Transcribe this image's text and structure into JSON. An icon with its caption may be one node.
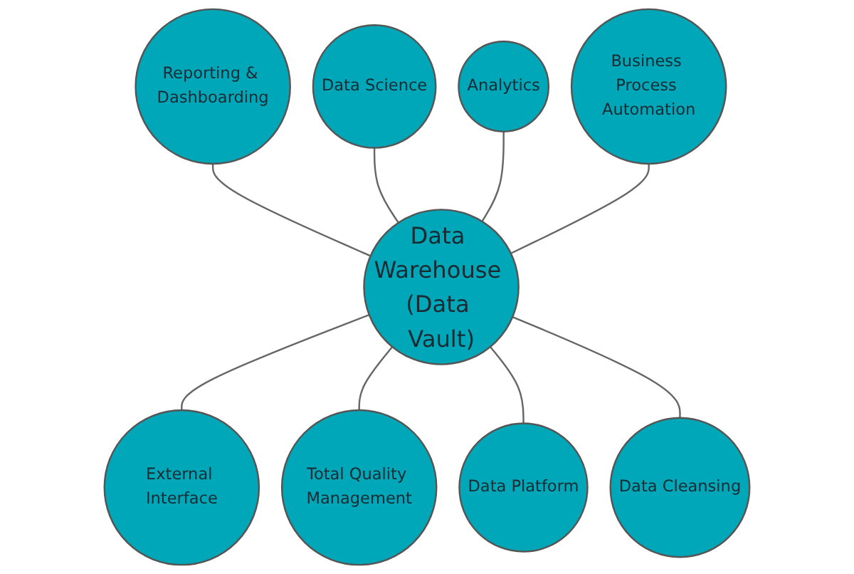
{
  "diagram": {
    "nodes": [
      {
        "text": [
          "Reporting & Dashboarding"
        ]
      },
      {
        "text": [
          "Data Science"
        ]
      },
      {
        "text": [
          "Analytics"
        ]
      },
      {
        "text": [
          "Business Process Automation"
        ]
      },
      {
        "text": [
          "Data Warehouse (Data Vault)"
        ]
      },
      {
        "text": [
          "External Interface"
        ]
      },
      {
        "text": [
          "Total Quality Management"
        ]
      },
      {
        "text": [
          "Data Platform"
        ]
      },
      {
        "text": [
          "Data Cleansing"
        ]
      }
    ],
    "edges": [
      {
        "from": 0,
        "to": 4,
        "arrow": "none"
      },
      {
        "from": 1,
        "to": 4,
        "arrow": "none"
      },
      {
        "from": 2,
        "to": 4,
        "arrow": "none"
      },
      {
        "from": 3,
        "to": 4,
        "arrow": "none"
      },
      {
        "from": 4,
        "to": 5,
        "arrow": "none"
      },
      {
        "from": 4,
        "to": 6,
        "arrow": "none"
      },
      {
        "from": 4,
        "to": 7,
        "arrow": "none"
      },
      {
        "from": 4,
        "to": 8,
        "arrow": "none"
      }
    ]
  }
}
